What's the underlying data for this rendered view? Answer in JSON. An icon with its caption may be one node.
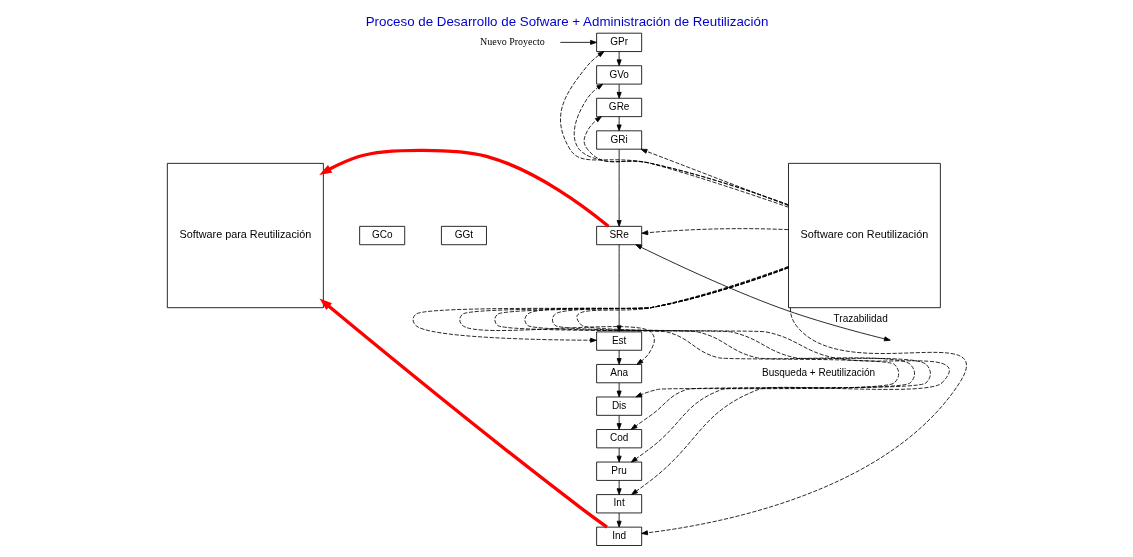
{
  "diagram": {
    "title": "Proceso de Desarrollo de Sofware + Administración de Reutilización",
    "nodes": [
      {
        "text": [
          "Software para Reutilización"
        ]
      },
      {
        "text": [
          "Software con Reutilización"
        ]
      },
      {
        "text": [
          "GPr"
        ]
      },
      {
        "text": [
          "GVo"
        ]
      },
      {
        "text": [
          "GRe"
        ]
      },
      {
        "text": [
          "GRi"
        ]
      },
      {
        "text": [
          "SRe"
        ]
      },
      {
        "text": [
          "Est"
        ]
      },
      {
        "text": [
          "Ana"
        ]
      },
      {
        "text": [
          "Dis"
        ]
      },
      {
        "text": [
          "Cod"
        ]
      },
      {
        "text": [
          "Pru"
        ]
      },
      {
        "text": [
          "Int"
        ]
      },
      {
        "text": [
          "Ind"
        ]
      },
      {
        "text": [
          "GCo"
        ]
      },
      {
        "text": [
          "GGt"
        ]
      },
      {
        "text": [
          "Nuevo Proyecto"
        ]
      }
    ],
    "edges": [
      {
        "from": 2,
        "to": 3,
        "arrow": "to"
      },
      {
        "from": 3,
        "to": 4,
        "arrow": "to"
      },
      {
        "from": 4,
        "to": 5,
        "arrow": "to"
      },
      {
        "from": 5,
        "to": 6,
        "arrow": "to"
      },
      {
        "from": 6,
        "to": 7,
        "arrow": "to"
      },
      {
        "from": 7,
        "to": 8,
        "arrow": "to"
      },
      {
        "from": 8,
        "to": 9,
        "arrow": "to"
      },
      {
        "from": 9,
        "to": 10,
        "arrow": "to"
      },
      {
        "from": 10,
        "to": 11,
        "arrow": "to"
      },
      {
        "from": 11,
        "to": 12,
        "arrow": "to"
      },
      {
        "from": 12,
        "to": 13,
        "arrow": "to"
      },
      {
        "from": 1,
        "to": 2,
        "arrow": "to",
        "style": "dashed"
      },
      {
        "from": 1,
        "to": 3,
        "arrow": "to",
        "style": "dashed"
      },
      {
        "from": 1,
        "to": 4,
        "arrow": "to",
        "style": "dashed"
      },
      {
        "from": 1,
        "to": 5,
        "arrow": "to",
        "style": "dashed"
      },
      {
        "from": 1,
        "to": 6,
        "arrow": "to",
        "style": "dashed"
      },
      {
        "from": 1,
        "to": 7,
        "arrow": "to",
        "style": "dashed"
      },
      {
        "from": 1,
        "to": 8,
        "arrow": "to",
        "style": "dashed"
      },
      {
        "from": 1,
        "to": 9,
        "arrow": "to",
        "style": "dashed"
      },
      {
        "from": 1,
        "to": 10,
        "arrow": "to",
        "style": "dashed"
      },
      {
        "from": 1,
        "to": 11,
        "arrow": "to",
        "style": "dashed"
      },
      {
        "from": 1,
        "to": 12,
        "arrow": "to",
        "style": "dashed"
      },
      {
        "from": 1,
        "to": 13,
        "arrow": "to",
        "style": "dashed"
      },
      {
        "from": 6,
        "to": 0,
        "arrow": "to",
        "style": "thick",
        "color": "#ff0000"
      },
      {
        "from": 13,
        "to": 0,
        "arrow": "to",
        "style": "thick",
        "color": "#ff0000"
      },
      {
        "from": 16,
        "to": 2,
        "arrow": "to"
      },
      {
        "from": 6,
        "to": null,
        "arrow": "both",
        "label": "Trazabilidad"
      }
    ],
    "labels": [
      "Busqueda + Reutilización"
    ]
  }
}
